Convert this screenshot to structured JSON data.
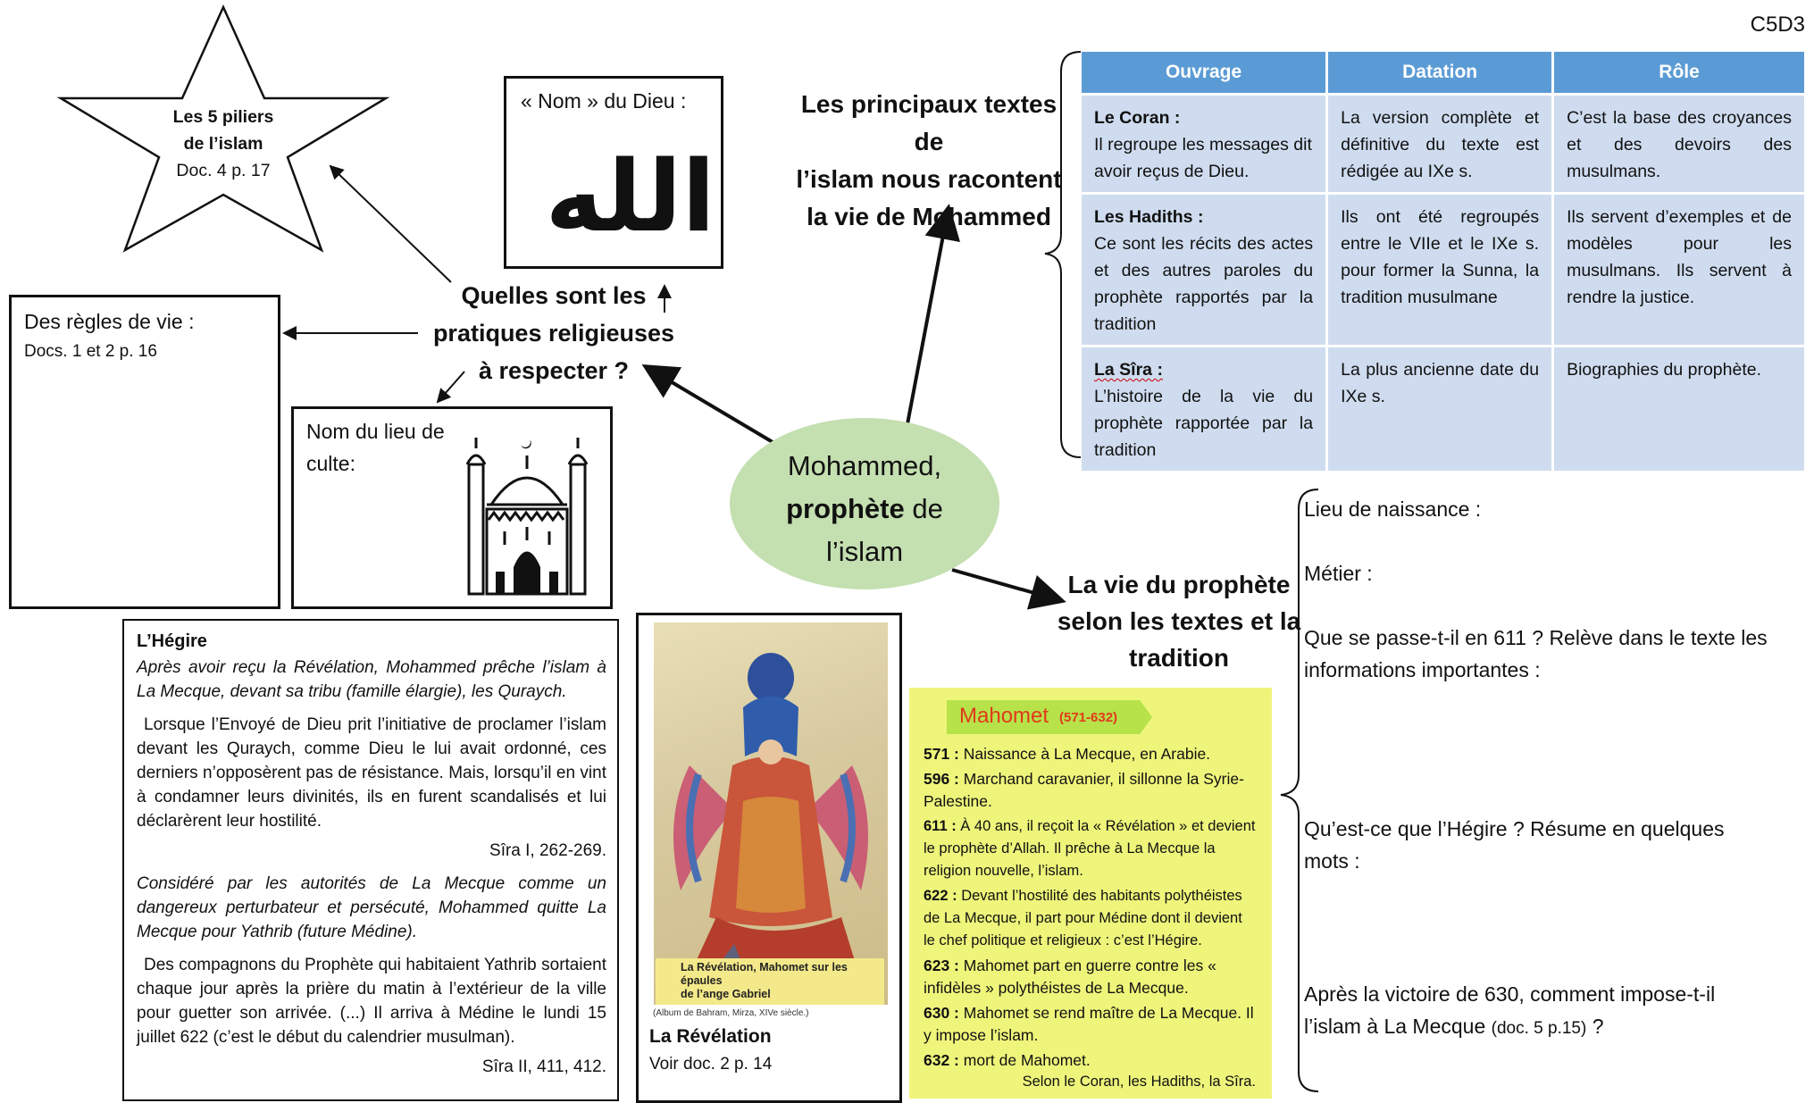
{
  "code": "C5D3",
  "star": {
    "line1": "Les 5 piliers",
    "line2": "de l’islam",
    "ref": "Doc. 4 p. 17"
  },
  "name_box": {
    "label": "« Nom » du Dieu :",
    "glyph": "الله"
  },
  "rules_box": {
    "label": "Des règles de vie :",
    "ref": "Docs. 1 et 2 p. 16"
  },
  "place_box": {
    "line1": "Nom du lieu de",
    "line2": "culte:"
  },
  "question_center": {
    "line1": "Quelles sont les",
    "line2": "pratiques religieuses",
    "line3": "à respecter ?"
  },
  "central": {
    "line1": "Mohammed,",
    "line2_bold": "prophète",
    "line2_rest": " de",
    "line3": "l’islam"
  },
  "texts_title": {
    "line1": "Les principaux textes de",
    "line2": "l’islam nous racontent",
    "line3": "la vie de Mohammed"
  },
  "table": {
    "headers": [
      "Ouvrage",
      "Datation",
      "Rôle"
    ],
    "rows": [
      {
        "title": "Le Coran :",
        "desc": "Il regroupe les messages dit avoir reçus de Dieu.",
        "date": "La version complète et définitive du texte est rédigée au IXe s.",
        "role": "C’est la base des croyances et des devoirs des musulmans."
      },
      {
        "title": "Les Hadiths :",
        "desc": "Ce sont les récits des actes et des autres paroles du prophète rapportés par la tradition",
        "date": "Ils ont été regroupés entre le VIIe et le IXe s. pour former la Sunna, la tradition musulmane",
        "role": "Ils servent d’exemples et de modèles pour les musulmans. Ils servent à rendre la justice."
      },
      {
        "title": "La Sîra :",
        "desc": "L’histoire de la vie du prophète rapportée par la tradition",
        "date": "La plus ancienne date du IXe s.",
        "role": "Biographies du prophète."
      }
    ]
  },
  "life_title": {
    "line1": "La vie du prophète",
    "line2": "selon les textes et la",
    "line3": "tradition"
  },
  "questions": {
    "q1": "Lieu de naissance :",
    "q2": "Métier :",
    "q3a": "Que se passe-t-il en 611 ? Relève dans le texte les",
    "q3b": "informations importantes :",
    "q4a": "Qu’est-ce que l’Hégire ? Résume en quelques",
    "q4b": "mots :",
    "q5a": "Après la victoire de 630, comment impose-t-il",
    "q5b": "l’islam à La Mecque",
    "q5ref": "(doc. 5 p.15)",
    "q5end": " ?"
  },
  "hegire": {
    "title": "L’Hégire",
    "p1": "Après avoir reçu la Révélation, Mohammed prêche l’islam à La Mecque, devant sa tribu (famille élargie), les Quraych.",
    "p2": "Lorsque l’Envoyé de Dieu prit l’initiative de proclamer l’islam devant les Quraych, comme Dieu le lui avait ordonné, ces derniers n’opposèrent pas de résistance. Mais, lorsqu’il en vint à condamner leurs divinités, ils en furent scandalisés et lui déclarèrent leur hostilité.",
    "src1": "Sîra I, 262-269.",
    "p3": "Considéré par les autorités de La Mecque comme un dangereux perturbateur et persécuté, Mohammed quitte La Mecque pour Yathrib (future Médine).",
    "p4": "Des compagnons du Prophète qui habitaient Yathrib sortaient chaque jour après la prière du matin à l’extérieur de la ville pour guetter son arrivée. (...) Il arriva à Médine le lundi 15 juillet 622 (c’est le début du calendrier musulman).",
    "src2": "Sîra II, 411, 412."
  },
  "image_box": {
    "caption1": "La Révélation, Mahomet sur les épaules",
    "caption2": "de l’ange Gabriel",
    "credit": "(Album de Bahram, Mirza, XIVe siècle.)",
    "title": "La Révélation",
    "ref": "Voir doc. 2 p. 14"
  },
  "chrono": {
    "title": "Mahomet",
    "dates": "(571-632)",
    "items": [
      {
        "year": "571 :",
        "text": "Naissance à La Mecque, en Arabie."
      },
      {
        "year": "596 :",
        "text": "Marchand caravanier, il sillonne la Syrie-Palestine."
      },
      {
        "year": "611 :",
        "text": "À 40 ans, il reçoit la « Révélation » et devient le prophète d’Allah. Il prêche à La Mecque la religion nouvelle, l’islam."
      },
      {
        "year": "622 :",
        "text": "Devant l’hostilité des habitants polythéistes de La Mecque, il part pour Médine dont il devient le chef politique et religieux : c’est l’Hégire."
      },
      {
        "year": "623 :",
        "text": "Mahomet part en guerre contre les « infidèles » polythéistes de La Mecque."
      },
      {
        "year": "630 :",
        "text": "Mahomet se rend maître de La Mecque. Il y impose l’islam."
      },
      {
        "year": "632 :",
        "text": "mort de Mahomet."
      }
    ],
    "source": "Selon le Coran, les Hadiths, la Sîra."
  }
}
